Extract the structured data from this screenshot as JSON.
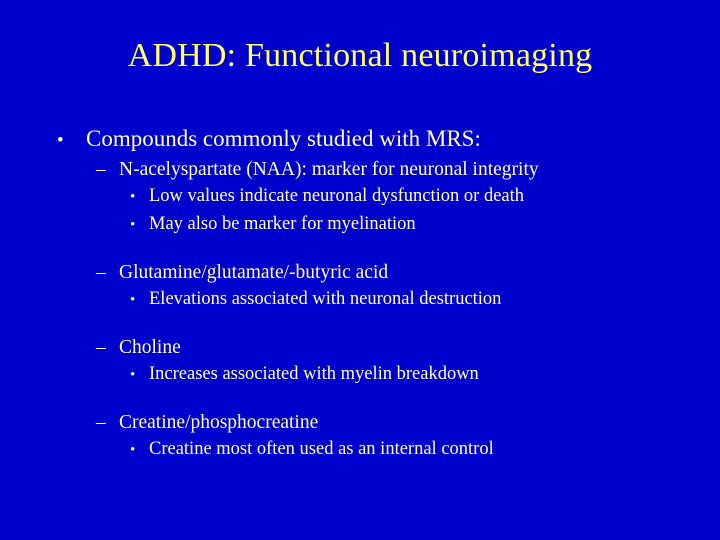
{
  "slide": {
    "background_color": "#0000CC",
    "title": "ADHD: Functional neuroimaging",
    "title_color": "#FFFF66",
    "body_color": "#FFFFCC",
    "bullet_markers": {
      "level1": "•",
      "level2": "–",
      "level3": "•"
    },
    "content": {
      "level1": "Compounds commonly studied with MRS:",
      "groups": [
        {
          "heading": "N-acelyspartate (NAA): marker for neuronal integrity",
          "items": [
            "Low values indicate neuronal dysfunction or death",
            "May also be marker for myelination"
          ]
        },
        {
          "heading": "Glutamine/glutamate/-butyric acid",
          "items": [
            "Elevations associated with neuronal destruction"
          ]
        },
        {
          "heading": "Choline",
          "items": [
            "Increases associated with myelin breakdown"
          ]
        },
        {
          "heading": "Creatine/phosphocreatine",
          "items": [
            "Creatine most often used as an internal control"
          ]
        }
      ]
    }
  }
}
